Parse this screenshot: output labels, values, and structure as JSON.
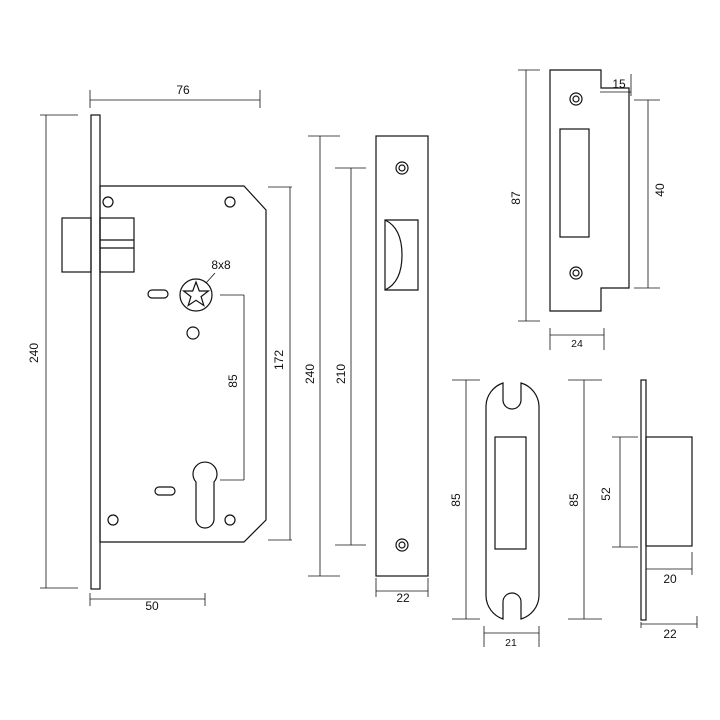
{
  "labels": {
    "lock_width": "76",
    "lock_height": "240",
    "backset": "50",
    "spindle_size": "8x8",
    "center_distance": "85",
    "case_height": "172",
    "faceplate_height": "240",
    "faceplate_hole_spacing": "210",
    "faceplate_width": "22",
    "strike_height": "87",
    "strike_lip": "15",
    "strike_opening": "40",
    "strike_width": "24",
    "round_strike_height": "85",
    "round_strike_width": "21",
    "box_strike_height": "85",
    "box_height": "52",
    "box_depth": "20",
    "box_plate_width": "22"
  },
  "colors": {
    "line": "#111111",
    "background": "#ffffff"
  }
}
